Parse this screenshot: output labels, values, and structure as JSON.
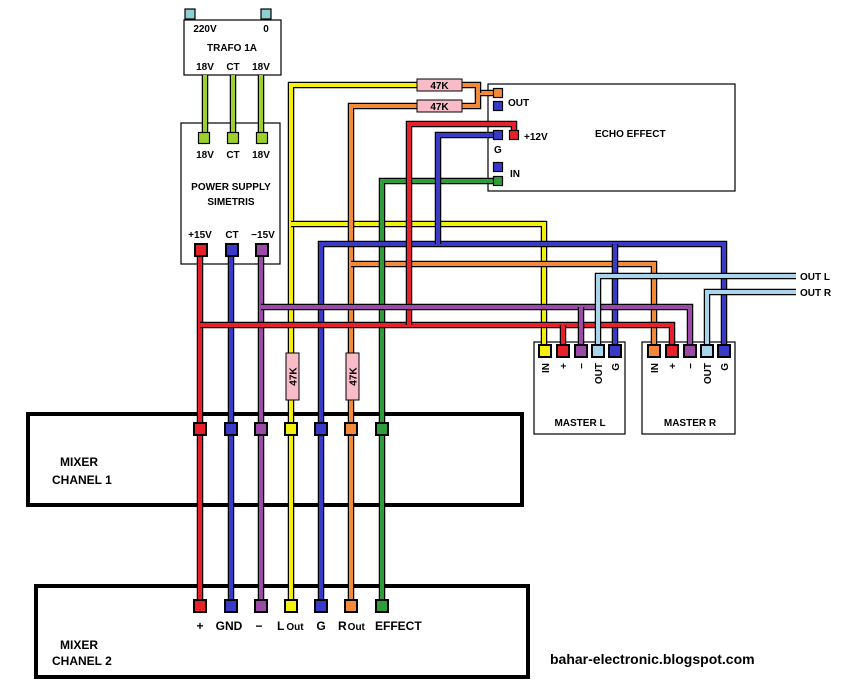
{
  "trafo": {
    "title": "TRAFO 1A",
    "in_left": "220V",
    "in_right": "0",
    "out": [
      "18V",
      "CT",
      "18V"
    ]
  },
  "psu": {
    "title_line1": "POWER SUPPLY",
    "title_line2": "SIMETRIS",
    "in": [
      "18V",
      "CT",
      "18V"
    ],
    "out": [
      "+15V",
      "CT",
      "−15V"
    ]
  },
  "echo": {
    "title": "ECHO EFFECT",
    "out": "OUT",
    "g": "G",
    "in": "IN",
    "vcc": "+12V"
  },
  "resistors": {
    "top1": "47K",
    "top2": "47K",
    "vert1": "47K",
    "vert2": "47K"
  },
  "master_l": {
    "title": "MASTER L",
    "pins": [
      "IN",
      "+",
      "−",
      "OUT",
      "G"
    ]
  },
  "master_r": {
    "title": "MASTER  R",
    "pins": [
      "IN",
      "+",
      "−",
      "OUT",
      "G"
    ]
  },
  "outputs": {
    "left": "OUT L",
    "right": "OUT R"
  },
  "mixer1": {
    "line1": "MIXER",
    "line2": "CHANEL 1"
  },
  "mixer2": {
    "line1": "MIXER",
    "line2": "CHANEL 2"
  },
  "mixer_pins": {
    "plus": "+",
    "gnd": "GND",
    "minus": "−",
    "l": "L",
    "l_sub": "Out",
    "g": "G",
    "r": "R",
    "r_sub": "Out",
    "effect": "EFFECT"
  },
  "credit": "bahar-electronic.blogspot.com",
  "colors": {
    "red": "#e8202a",
    "blue": "#3a3ac8",
    "purple": "#9c4aa8",
    "yellow": "#f5f00a",
    "orange": "#f28a3a",
    "green": "#2f9e3a",
    "lightblue": "#a8d4ec",
    "lime": "#9bd12a",
    "teal": "#8ed0d0",
    "pink": "#f7bcc8"
  }
}
